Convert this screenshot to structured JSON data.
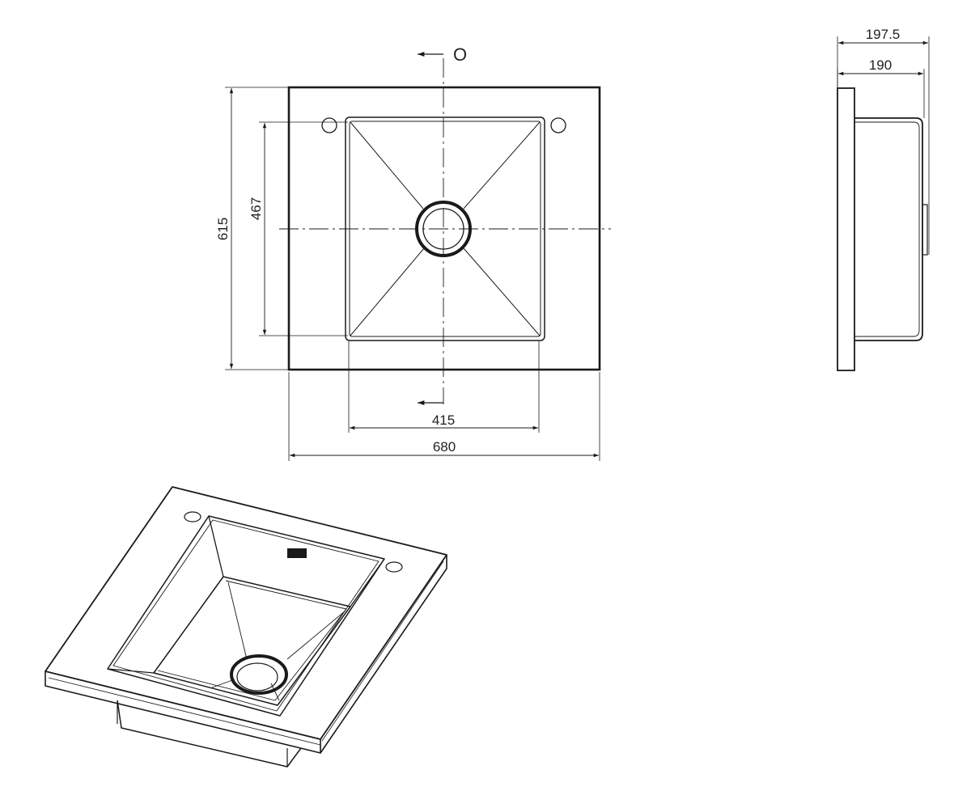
{
  "section_marker": "O",
  "dimensions": {
    "overall_width": "680",
    "bowl_width": "415",
    "overall_depth": "615",
    "bowl_depth": "467",
    "height_with_flange": "197.5",
    "body_height": "190"
  },
  "colors": {
    "line": "#1a1a1a",
    "background": "#ffffff"
  }
}
